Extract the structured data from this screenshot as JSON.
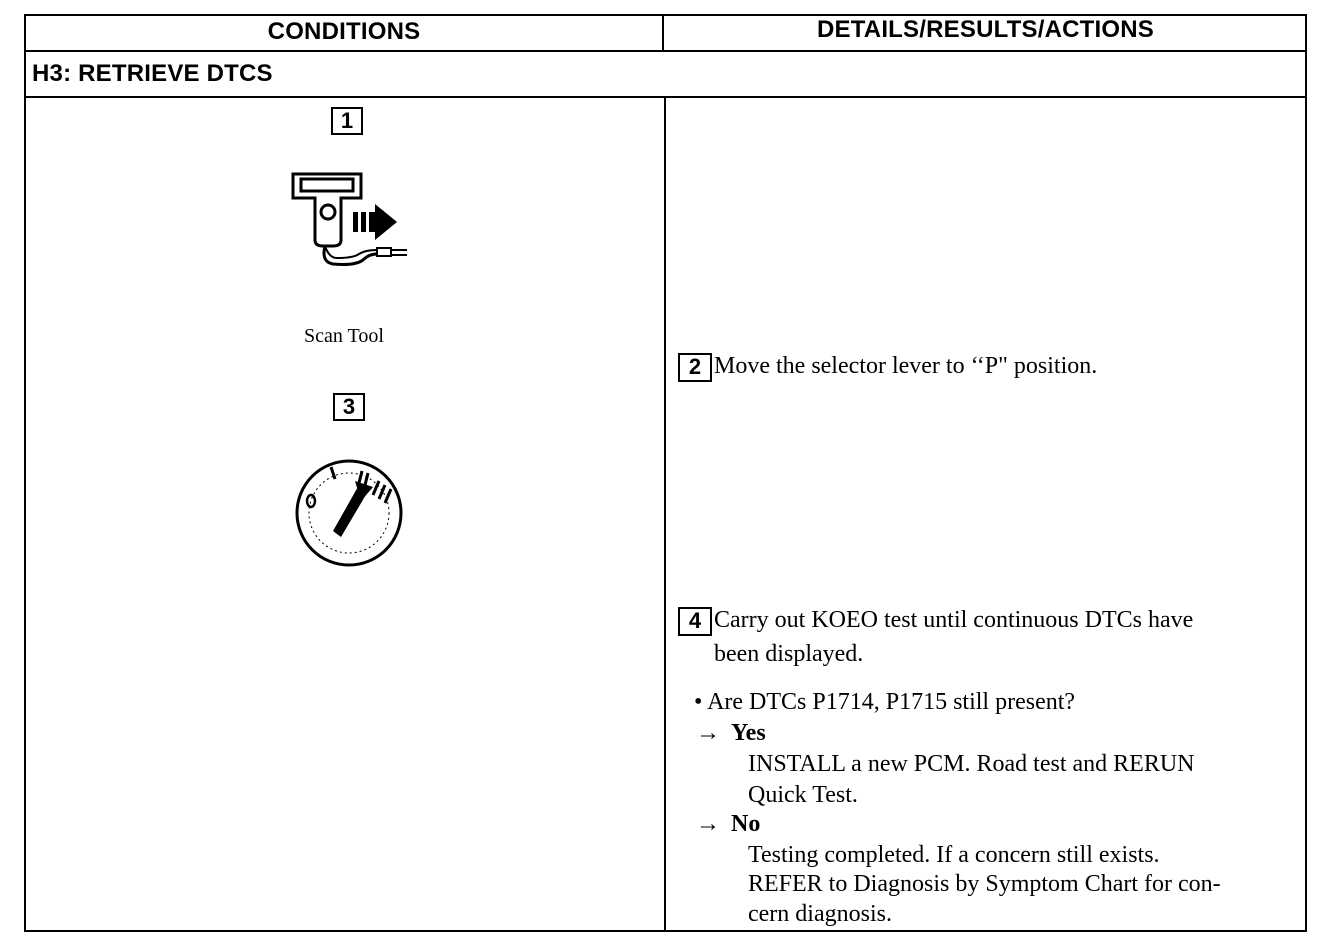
{
  "table": {
    "col1_header": "CONDITIONS",
    "col2_header": "DETAILS/RESULTS/ACTIONS",
    "section_title": "H3: RETRIEVE DTCS"
  },
  "conditions": {
    "step1_num": "1",
    "scan_tool_caption": "Scan Tool",
    "step3_num": "3",
    "scan_tool_icon": "scan-tool-icon",
    "ignition_icon": "ignition-switch-icon"
  },
  "details": {
    "step2_num": "2",
    "step2_text": "Move the selector lever to ‘‘P\" position.",
    "step4_num": "4",
    "step4_line1": "Carry out KOEO test until continuous DTCs have",
    "step4_line2": "been displayed.",
    "question": "• Are DTCs P1714, P1715 still present?",
    "yes_arrow": "→",
    "yes_label": "Yes",
    "yes_line1": "INSTALL a new PCM. Road test and RERUN",
    "yes_line2": "Quick Test.",
    "no_arrow": "→",
    "no_label": "No",
    "no_line1": "Testing completed. If a concern still exists.",
    "no_line2": "REFER to Diagnosis by Symptom Chart for con-",
    "no_line3": "cern diagnosis."
  }
}
